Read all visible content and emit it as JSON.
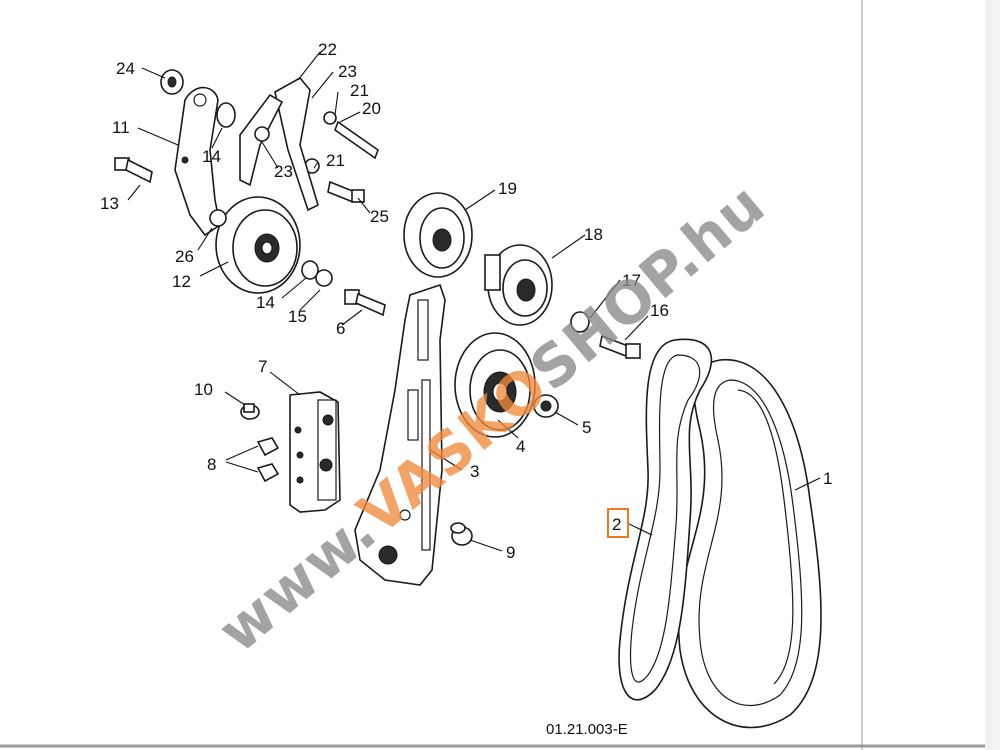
{
  "figure": {
    "code": "01.21.003-E",
    "highlight_color": "#f07820",
    "callouts": [
      {
        "id": "1",
        "label": "1"
      },
      {
        "id": "2",
        "label": "2",
        "highlighted": true
      },
      {
        "id": "3",
        "label": "3"
      },
      {
        "id": "4",
        "label": "4"
      },
      {
        "id": "5",
        "label": "5"
      },
      {
        "id": "6",
        "label": "6"
      },
      {
        "id": "7",
        "label": "7"
      },
      {
        "id": "8",
        "label": "8"
      },
      {
        "id": "9",
        "label": "9"
      },
      {
        "id": "10",
        "label": "10"
      },
      {
        "id": "11",
        "label": "11"
      },
      {
        "id": "12",
        "label": "12"
      },
      {
        "id": "13",
        "label": "13"
      },
      {
        "id": "14a",
        "label": "14"
      },
      {
        "id": "14b",
        "label": "14"
      },
      {
        "id": "15",
        "label": "15"
      },
      {
        "id": "16",
        "label": "16"
      },
      {
        "id": "17",
        "label": "17"
      },
      {
        "id": "18",
        "label": "18"
      },
      {
        "id": "19",
        "label": "19"
      },
      {
        "id": "20",
        "label": "20"
      },
      {
        "id": "21a",
        "label": "21"
      },
      {
        "id": "21b",
        "label": "21"
      },
      {
        "id": "22",
        "label": "22"
      },
      {
        "id": "23a",
        "label": "23"
      },
      {
        "id": "23b",
        "label": "23"
      },
      {
        "id": "24",
        "label": "24"
      },
      {
        "id": "25",
        "label": "25"
      },
      {
        "id": "26",
        "label": "26"
      }
    ]
  },
  "watermark": {
    "text": "www.VASKOSHOP.hu",
    "prefix": "www.",
    "brand": "VASKO",
    "brand2": "SHOP",
    "suffix": ".hu",
    "colors": {
      "gray": "#8a8a8a",
      "orange": "#f08a3a"
    }
  }
}
